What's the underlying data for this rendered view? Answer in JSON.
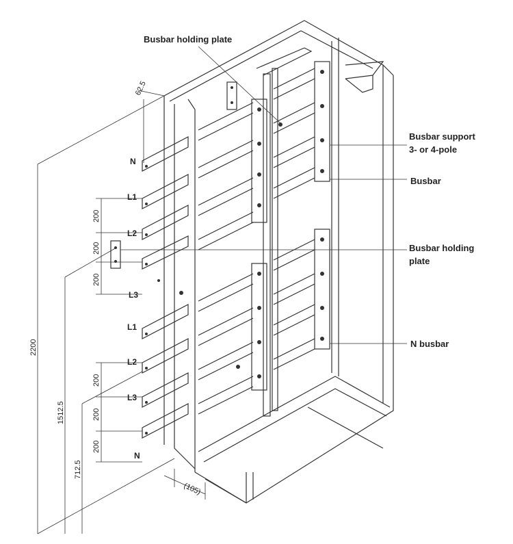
{
  "callouts": {
    "holding_plate_top": "Busbar holding plate",
    "busbar_support_line1": "Busbar support",
    "busbar_support_line2": "3- or 4-pole",
    "busbar": "Busbar",
    "holding_plate_right_line1": "Busbar holding",
    "holding_plate_right_line2": "plate",
    "n_busbar": "N busbar"
  },
  "phase_labels_upper": [
    "N",
    "L1",
    "L2",
    "L3"
  ],
  "phase_labels_lower": [
    "L1",
    "L2",
    "L3",
    "N"
  ],
  "dimensions": {
    "top_offset": "62.5",
    "spacing": "200",
    "total_height": "2200",
    "upper_group_height": "1512.5",
    "lower_group_height": "712.5",
    "depth": "(105)"
  }
}
